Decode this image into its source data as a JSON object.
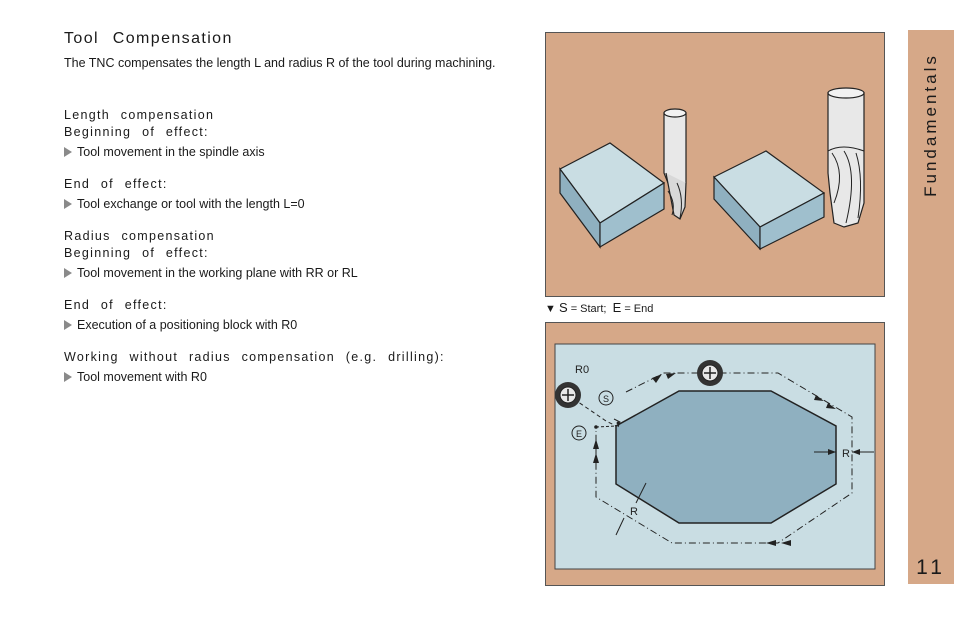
{
  "title": "Tool Compensation",
  "intro": "The TNC compensates the length L and radius R of the tool during machining.",
  "length": {
    "heading": "Length compensation",
    "begin_label": "Beginning of effect:",
    "begin_item": "Tool movement in the spindle axis",
    "end_label": "End of effect:",
    "end_item": "Tool exchange or tool with the length L=0"
  },
  "radius": {
    "heading": "Radius compensation",
    "begin_label": "Beginning of effect:",
    "begin_item": "Tool movement in the working plane with RR or RL",
    "end_label": "End of effect:",
    "end_item": "Execution of a positioning block with R0"
  },
  "working": {
    "heading": "Working without radius compensation (e.g. drilling):",
    "item": "Tool movement with R0"
  },
  "caption": {
    "s_letter": "S",
    "s_text": "= Start;",
    "e_letter": "E",
    "e_text": "= End"
  },
  "diagram": {
    "r0": "R0",
    "s": "S",
    "e": "E",
    "r": "R"
  },
  "sidebar": {
    "title": "Fundamentals",
    "page": "11"
  },
  "colors": {
    "tan": "#d6a888",
    "plate": "#c9dde3",
    "octagon": "#8fb0c0"
  }
}
